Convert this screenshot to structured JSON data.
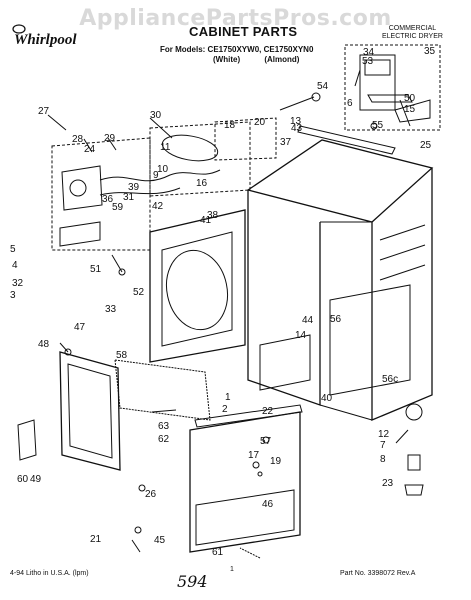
{
  "watermark": "AppliancePartsPros.com",
  "brand": "Whirlpool",
  "title": "CABINET PARTS",
  "models_line": "For Models: CE1750XYW0, CE1750XYN0",
  "colors": [
    "(White)",
    "(Almond)"
  ],
  "commercial_label": [
    "COMMERCIAL",
    "ELECTRIC DRYER"
  ],
  "footer_left": "4-94  Litho in U.S.A. (lpm)",
  "footer_right": "Part No. 3398072 Rev.A",
  "page_mark": "1",
  "handwritten": "594",
  "callouts": [
    {
      "label": "27"
    },
    {
      "label": "28"
    },
    {
      "label": "24"
    },
    {
      "label": "29"
    },
    {
      "label": "30"
    },
    {
      "label": "9"
    },
    {
      "label": "11"
    },
    {
      "label": "10"
    },
    {
      "label": "39"
    },
    {
      "label": "31"
    },
    {
      "label": "16"
    },
    {
      "label": "18"
    },
    {
      "label": "20"
    },
    {
      "label": "13"
    },
    {
      "label": "37"
    },
    {
      "label": "43"
    },
    {
      "label": "34"
    },
    {
      "label": "53"
    },
    {
      "label": "35"
    },
    {
      "label": "54"
    },
    {
      "label": "6"
    },
    {
      "label": "50"
    },
    {
      "label": "15"
    },
    {
      "label": "55"
    },
    {
      "label": "25"
    },
    {
      "label": "36"
    },
    {
      "label": "59"
    },
    {
      "label": "42"
    },
    {
      "label": "38"
    },
    {
      "label": "5"
    },
    {
      "label": "4"
    },
    {
      "label": "51"
    },
    {
      "label": "32"
    },
    {
      "label": "3"
    },
    {
      "label": "33"
    },
    {
      "label": "52"
    },
    {
      "label": "41"
    },
    {
      "label": "47"
    },
    {
      "label": "48"
    },
    {
      "label": "58"
    },
    {
      "label": "2"
    },
    {
      "label": "1"
    },
    {
      "label": "44"
    },
    {
      "label": "14"
    },
    {
      "label": "56"
    },
    {
      "label": "56c"
    },
    {
      "label": "12"
    },
    {
      "label": "7"
    },
    {
      "label": "8"
    },
    {
      "label": "23"
    },
    {
      "label": "19"
    },
    {
      "label": "22"
    },
    {
      "label": "57"
    },
    {
      "label": "17"
    },
    {
      "label": "63"
    },
    {
      "label": "62"
    },
    {
      "label": "26"
    },
    {
      "label": "46"
    },
    {
      "label": "60"
    },
    {
      "label": "49"
    },
    {
      "label": "61"
    },
    {
      "label": "21"
    },
    {
      "label": "45"
    },
    {
      "label": "40"
    }
  ]
}
